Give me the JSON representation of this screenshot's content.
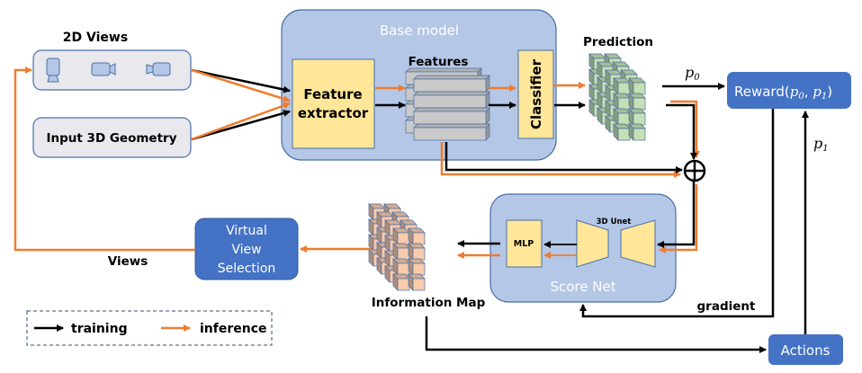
{
  "colors": {
    "panel_fill": "#b4c7e7",
    "panel_stroke": "#4a6fa5",
    "input_fill": "#e8e8ed",
    "yellow_fill": "#ffe699",
    "dark_blue": "#4472c4",
    "orange": "#ed7d31",
    "black": "#000000",
    "pred_cube": "#c5e0b4",
    "info_cube": "#f8cbad",
    "feature_bar": "#c9c9c9"
  },
  "inputs": {
    "views_title": "2D Views",
    "geometry_label": "Input 3D Geometry",
    "camera_icons": [
      "camera-front-icon",
      "camera-side-icon",
      "camera-back-icon"
    ]
  },
  "base_model": {
    "title": "Base model",
    "feature_extractor_line1": "Feature",
    "feature_extractor_line2": "extractor",
    "features_label": "Features",
    "classifier_label": "Classifier"
  },
  "prediction": {
    "title": "Prediction",
    "p0_label": "p",
    "p0_sub": "0"
  },
  "reward": {
    "label": "Reward(",
    "p0": "p",
    "p0_sub": "0",
    "comma": ", ",
    "p1": "p",
    "p1_sub": "1",
    "close": ")",
    "p1_edge": "p",
    "p1_edge_sub": "1"
  },
  "score_net": {
    "title": "Score Net",
    "mlp_label": "MLP",
    "unet_label": "3D Unet"
  },
  "information_map": {
    "title": "Information Map"
  },
  "virtual_view": {
    "line1": "Virtual",
    "line2": "View",
    "line3": "Selection",
    "views_edge_label": "Views"
  },
  "actions": {
    "label": "Actions",
    "gradient_label": "gradient"
  },
  "legend": {
    "training": "training",
    "inference": "inference"
  }
}
